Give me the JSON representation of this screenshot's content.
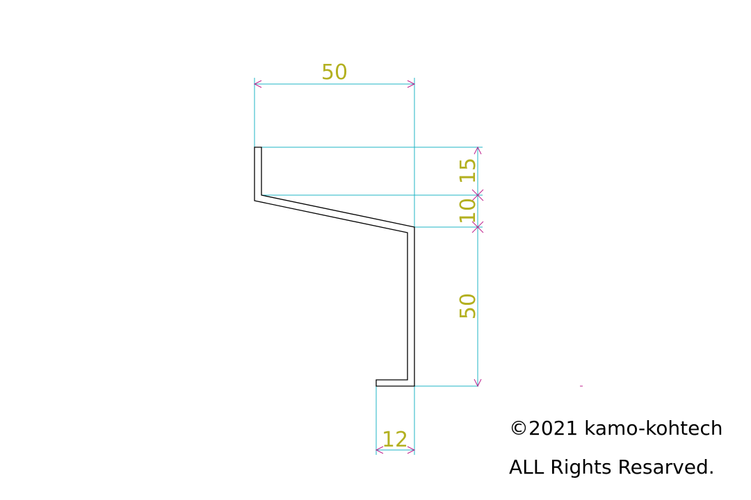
{
  "colors": {
    "extension_line": "#1fb6c4",
    "arrow": "#c0208c",
    "dimension_text": "#b3b020",
    "profile": "#000000"
  },
  "dimensions": {
    "top_width": "50",
    "flange_height": "15",
    "slope_rise": "10",
    "web_height": "50",
    "bottom_lip": "12"
  },
  "copyright": {
    "line1": "©2021 kamo-kohtech",
    "line2": "ALL Rights Resarved."
  }
}
